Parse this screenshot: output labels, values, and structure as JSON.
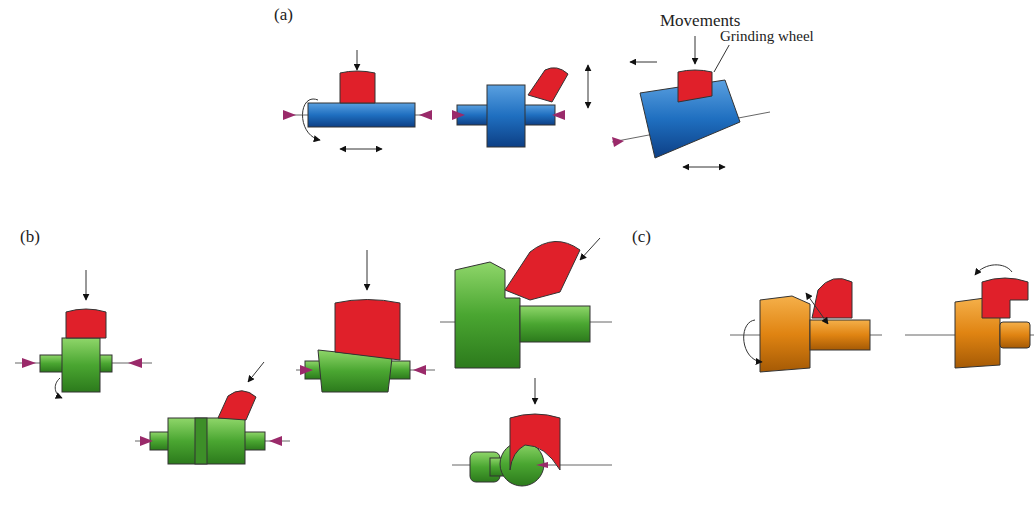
{
  "diagram": {
    "labels": [
      "(a)",
      "Movements",
      "Grinding wheel",
      "(b)",
      "(c)"
    ]
  }
}
